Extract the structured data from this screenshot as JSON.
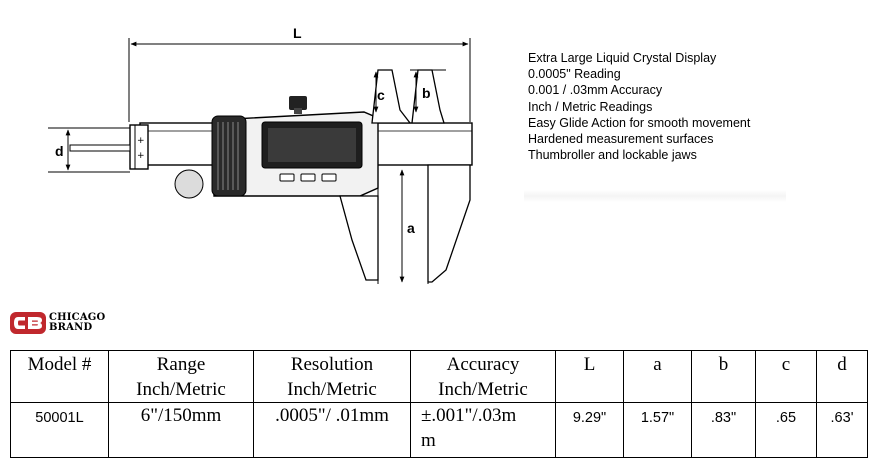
{
  "diagram": {
    "dim_labels": {
      "L": "L",
      "a": "a",
      "b": "b",
      "c": "c",
      "d": "d"
    }
  },
  "features": [
    "Extra Large Liquid Crystal Display",
    "0.0005\" Reading",
    "0.001 / .03mm Accuracy",
    "Inch / Metric Readings",
    "Easy Glide Action for smooth movement",
    "Hardened measurement surfaces",
    "Thumbroller and lockable jaws"
  ],
  "brand": {
    "line1": "CHICAGO",
    "line2": "BRAND",
    "logo_icon": "cb-logo-icon",
    "logo_color": "#c0282d"
  },
  "table": {
    "headers": {
      "model": "Model #",
      "range": [
        "Range",
        "Inch/Metric"
      ],
      "resolution": [
        "Resolution",
        "Inch/Metric"
      ],
      "accuracy": [
        "Accuracy",
        "Inch/Metric"
      ],
      "L": "L",
      "a": "a",
      "b": "b",
      "c": "c",
      "d": "d"
    },
    "row": {
      "model": "50001L",
      "range": "6\"/150mm",
      "resolution": ".0005\"/ .01mm",
      "accuracy": [
        "±.001\"/.03m",
        "m"
      ],
      "L": "9.29\"",
      "a": "1.57\"",
      "b": ".83\"",
      "c": ".65",
      "d": ".63'"
    }
  }
}
